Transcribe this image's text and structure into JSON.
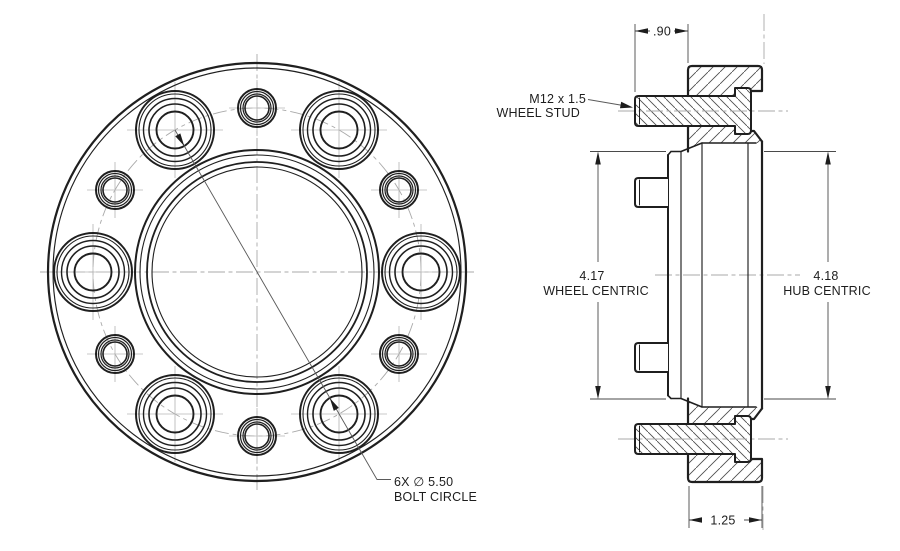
{
  "colors": {
    "line": "#1f1f1f",
    "centerline": "#a9a9a9",
    "background": "#ffffff"
  },
  "front_view": {
    "bolt_circle_note": {
      "line1": "6X ∅ 5.50",
      "line2": "BOLT CIRCLE"
    }
  },
  "section_view": {
    "stud_protrusion_dim": ".90",
    "stud_note": {
      "line1": "M12 x 1.5",
      "line2": "WHEEL STUD"
    },
    "wheel_centric": {
      "value": "4.17",
      "label": "WHEEL CENTRIC"
    },
    "hub_centric": {
      "value": "4.18",
      "label": "HUB CENTRIC"
    },
    "thickness_dim": "1.25"
  }
}
